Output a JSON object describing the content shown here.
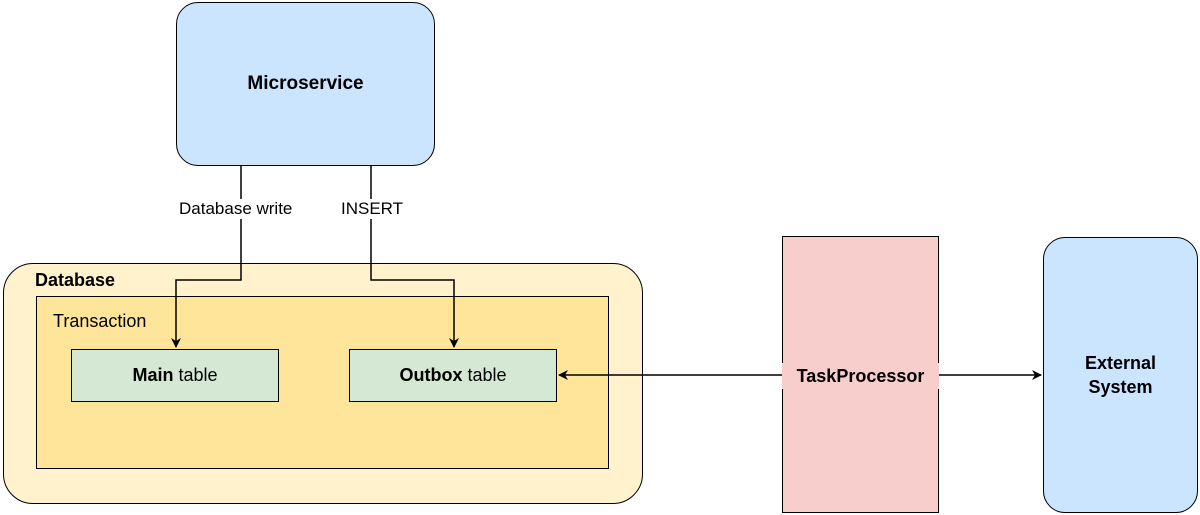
{
  "nodes": {
    "microservice": "Microservice",
    "database": "Database",
    "transaction": "Transaction",
    "main_table": {
      "bold": "Main",
      "rest": " table"
    },
    "outbox_table": {
      "bold": "Outbox",
      "rest": " table"
    },
    "taskprocessor": "TaskProcessor",
    "external_system": {
      "line1": "External",
      "line2": "System"
    }
  },
  "edges": {
    "database_write": "Database write",
    "insert": "INSERT"
  }
}
